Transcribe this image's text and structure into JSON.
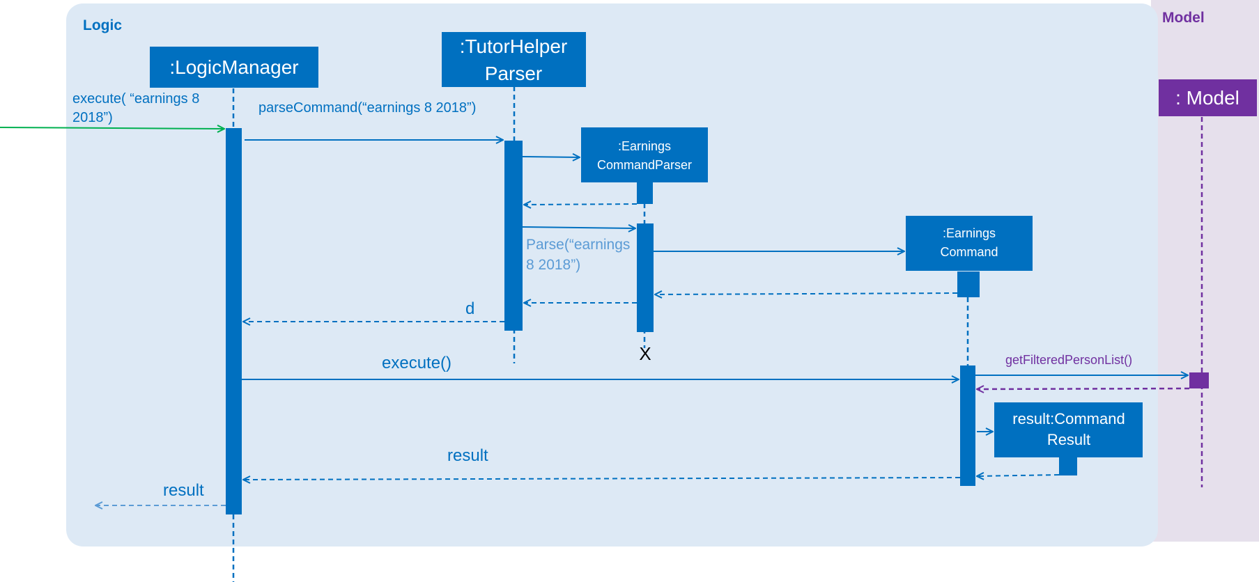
{
  "frames": {
    "logic": {
      "label": "Logic"
    },
    "model": {
      "label": "Model"
    }
  },
  "participants": {
    "logic_manager": ":LogicManager",
    "tutor_helper_parser": [
      ":TutorHelper",
      "Parser"
    ],
    "earnings_command_parser": [
      ":Earnings",
      "CommandParser"
    ],
    "earnings_command": [
      ":Earnings",
      "Command"
    ],
    "command_result": [
      "result:Command",
      "Result"
    ],
    "model": ": Model"
  },
  "messages": {
    "execute_input": [
      "execute( “earnings 8",
      "2018”)"
    ],
    "parse_command": "parseCommand(“earnings 8 2018”)",
    "parse": [
      "Parse(“earnings",
      "8 2018”)"
    ],
    "return_d": "d",
    "execute": "execute()",
    "get_filtered_person_list": "getFilteredPersonList()",
    "return_result_1": "result",
    "return_result_2": "result",
    "destroy_mark": "X"
  },
  "colors": {
    "logic_bg": "#DDE9F5",
    "model_bg": "#E6E0EC",
    "logic_blue": "#0070C0",
    "logic_title": "#0070C0",
    "model_purple": "#7030A0",
    "entry_green": "#00B050",
    "parse_label": "#5B9BD5",
    "final_return": "#5B9BD5"
  }
}
